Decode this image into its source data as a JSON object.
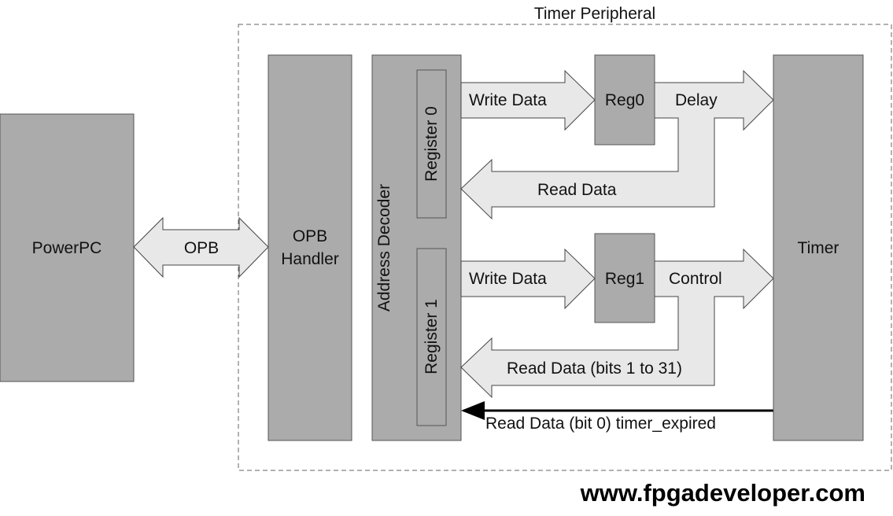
{
  "title": "Timer Peripheral",
  "blocks": {
    "powerpc": "PowerPC",
    "opb_handler_line1": "OPB",
    "opb_handler_line2": "Handler",
    "address_decoder": "Address Decoder",
    "register0": "Register 0",
    "register1": "Register 1",
    "reg0": "Reg0",
    "reg1": "Reg1",
    "timer": "Timer"
  },
  "arrows": {
    "opb": "OPB",
    "write_data_0": "Write Data",
    "delay": "Delay",
    "read_data_0": "Read Data",
    "write_data_1": "Write Data",
    "control": "Control",
    "read_data_1": "Read Data (bits 1 to 31)",
    "timer_expired": "Read Data (bit 0) timer_expired"
  },
  "colors": {
    "block": "#ababab",
    "arrow": "#e8e8e8"
  },
  "watermark": "www.fpgadeveloper.com"
}
